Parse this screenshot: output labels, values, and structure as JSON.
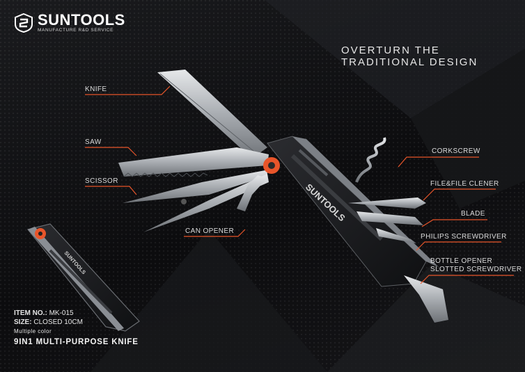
{
  "brand": {
    "name": "SUNTOOLS",
    "tagline": "MANUFACTURE R&D SERVICE",
    "mark": "suntools-shield-logo"
  },
  "headline": {
    "line1": "OVERTURN THE",
    "line2": "TRADITIONAL DESIGN"
  },
  "callouts": {
    "knife": "KNIFE",
    "saw": "SAW",
    "scissor": "SCISSOR",
    "can_opener": "CAN OPENER",
    "corkscrew": "CORKSCREW",
    "file": "FILE&FILE CLENER",
    "blade": "BLADE",
    "philips": "PHILIPS SCREWDRIVER",
    "bottle_opener": "BOTTLE OPENER",
    "slotted": "SLOTTED SCREWDRIVER"
  },
  "handle_logo": "SUNTOOLS",
  "specs": {
    "item_label": "ITEM NO.:",
    "item_value": "MK-015",
    "size_label": "SIZE:",
    "size_value": "CLOSED 10CM",
    "color_note": "Multiple color",
    "product_name": "9IN1 MULTI-PURPOSE KNIFE"
  },
  "colors": {
    "accent": "#e8552a",
    "steel": "#b9bcc0",
    "handle": "#1b1c1f",
    "text": "#e0e0e0"
  }
}
